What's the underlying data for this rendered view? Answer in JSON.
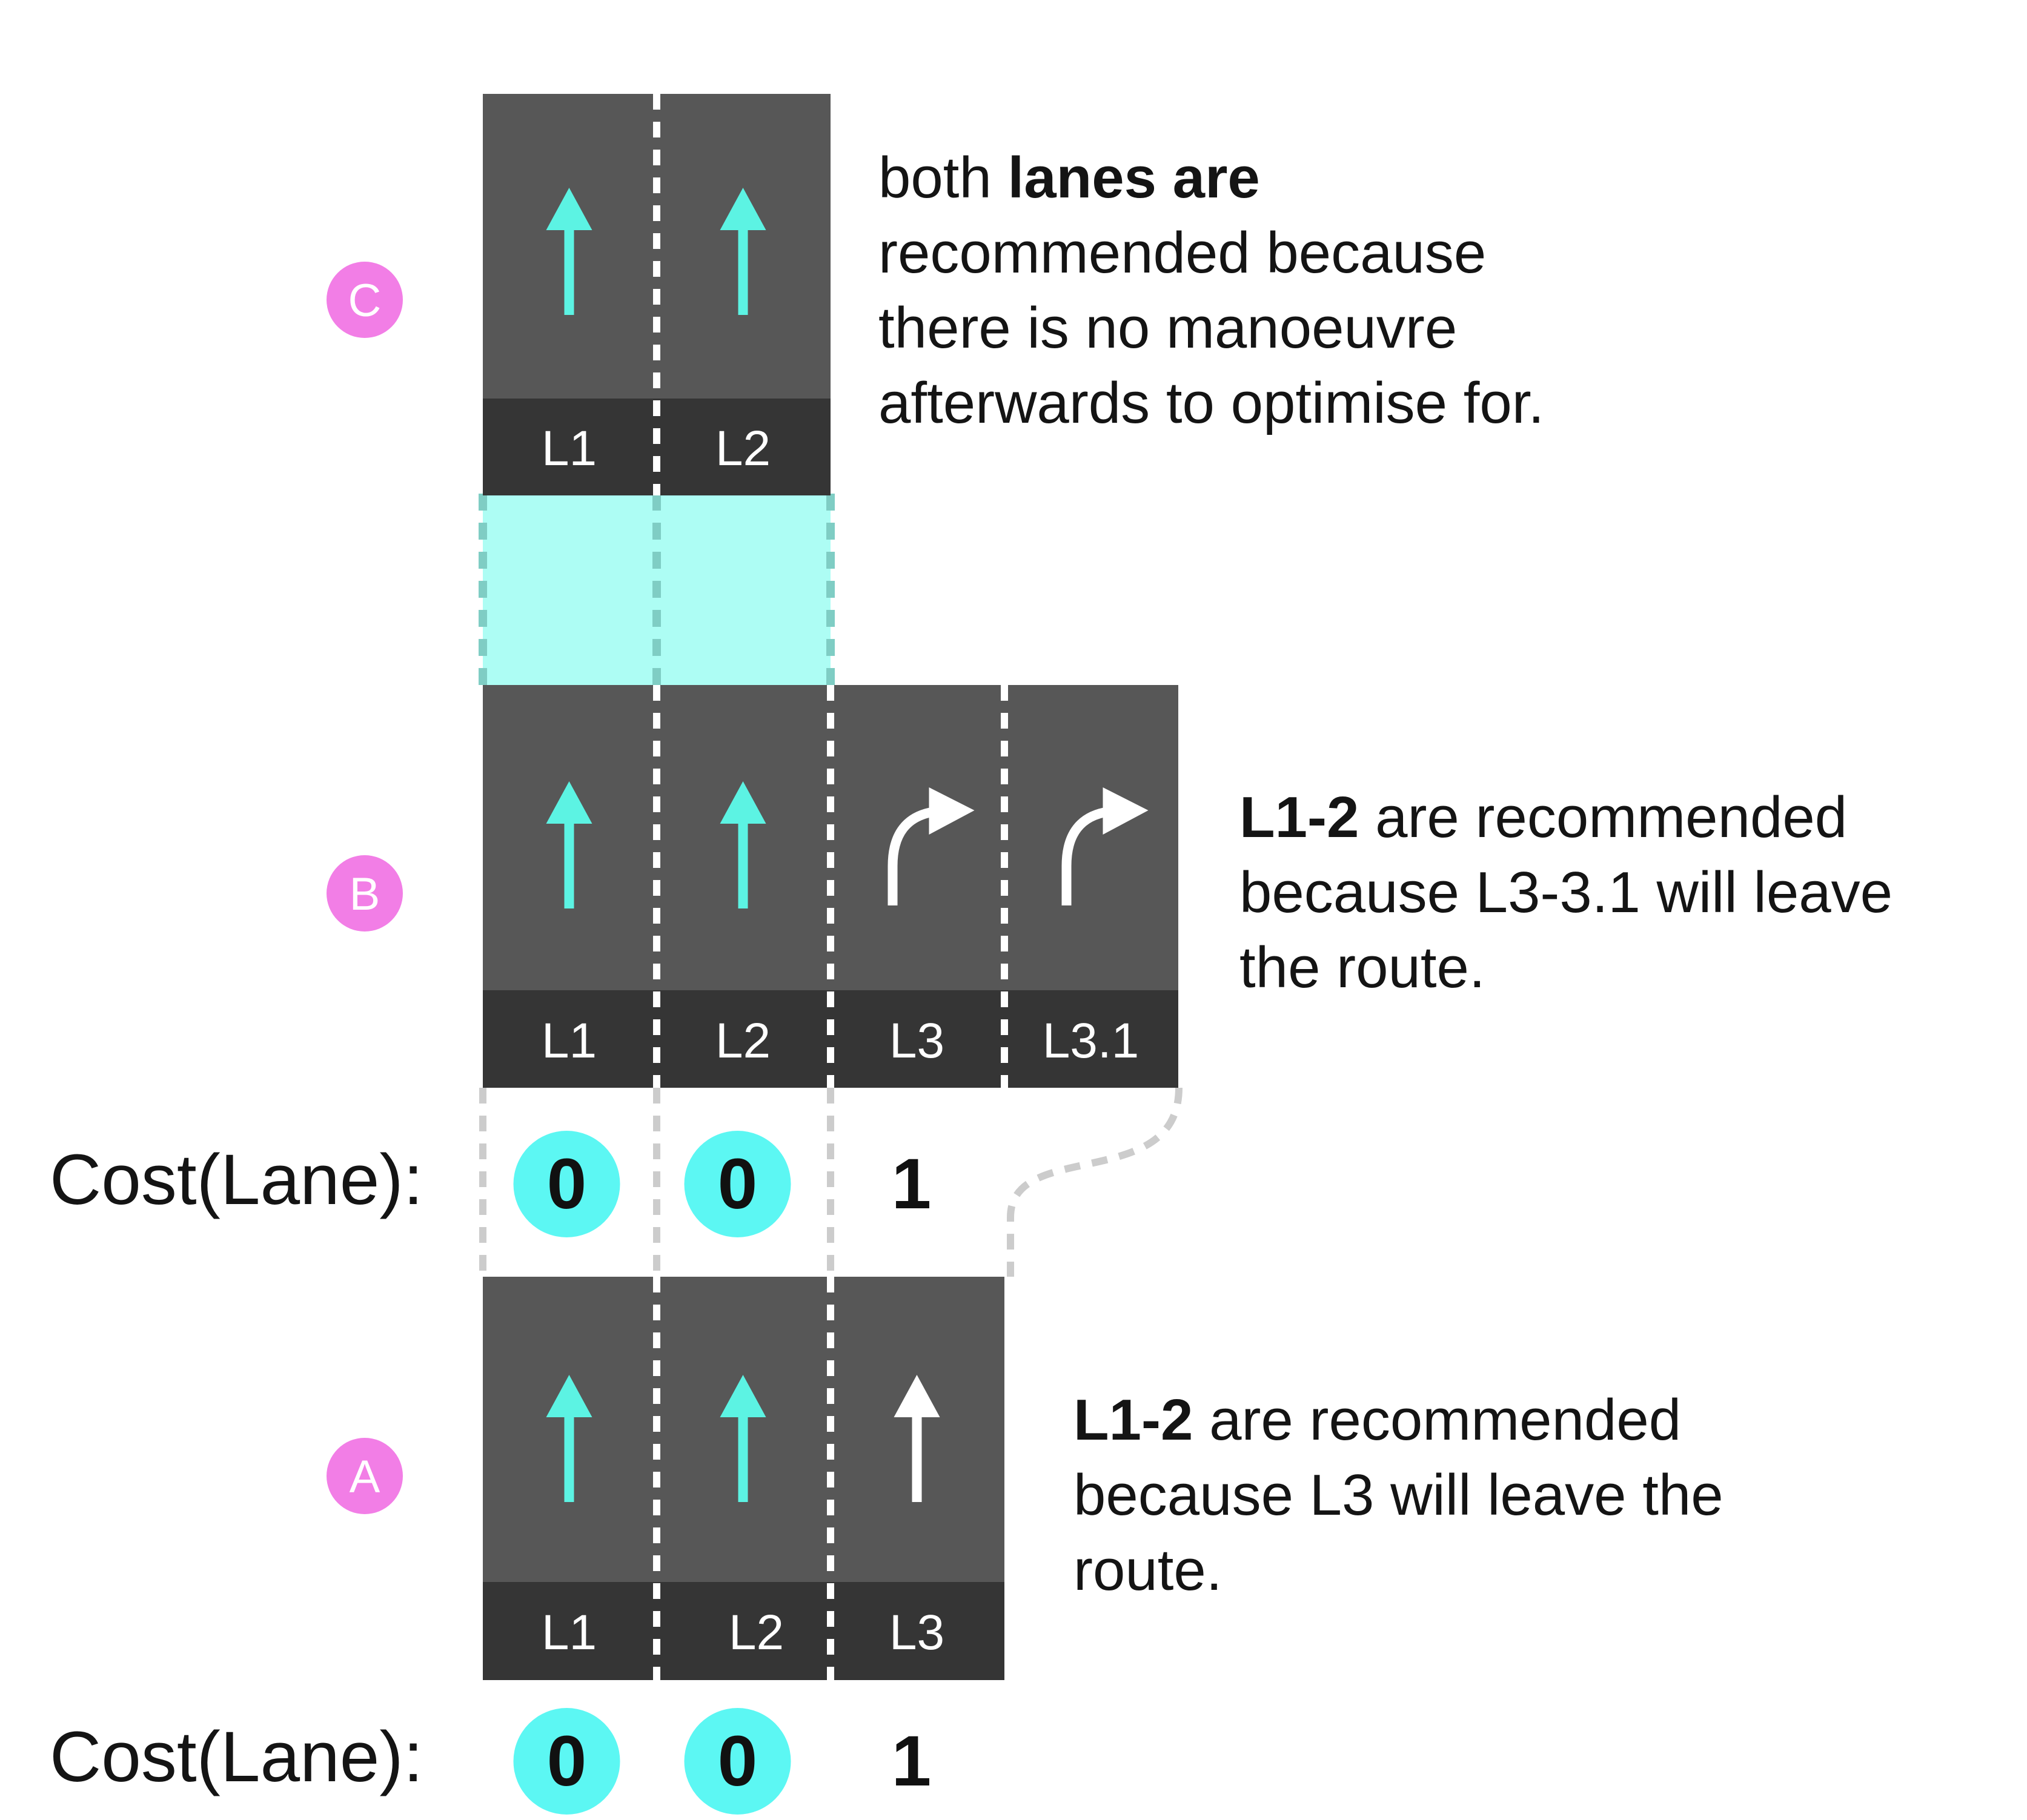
{
  "colors": {
    "lane_fill": "#575757",
    "label_band": "#353535",
    "recommended_arrow": "#5cf3e3",
    "other_arrow": "#ffffff",
    "highlight_fill": "#adfdf4",
    "highlight_dash": "#7fcdc4",
    "connector_dash": "#cccccc",
    "cost_circle": "#5cf7f3",
    "badge": "#f27ee6",
    "text": "#141414"
  },
  "sections": [
    {
      "badge": "C",
      "lanes": [
        {
          "label": "L1",
          "arrow": "straight",
          "recommended": true
        },
        {
          "label": "L2",
          "arrow": "straight",
          "recommended": true
        }
      ],
      "description": [
        {
          "text": "both ",
          "bold": false
        },
        {
          "text": "lanes are",
          "bold": true
        },
        {
          "text": "\nrecommended because\nthere is no manoeuvre\nafterwards to optimise for.",
          "bold": false
        }
      ]
    },
    {
      "badge": "B",
      "lanes": [
        {
          "label": "L1",
          "arrow": "straight",
          "recommended": true
        },
        {
          "label": "L2",
          "arrow": "straight",
          "recommended": true
        },
        {
          "label": "L3",
          "arrow": "right-curve",
          "recommended": false
        },
        {
          "label": "L3.1",
          "arrow": "right-curve",
          "recommended": false
        }
      ],
      "description": [
        {
          "text": "L1-2",
          "bold": true
        },
        {
          "text": " are recommended\nbecause L3-3.1 will leave\nthe route.",
          "bold": false
        }
      ],
      "cost": {
        "label": "Cost(Lane):",
        "values": [
          "0",
          "0",
          "1"
        ]
      }
    },
    {
      "badge": "A",
      "lanes": [
        {
          "label": "L1",
          "arrow": "straight",
          "recommended": true
        },
        {
          "label": "L2",
          "arrow": "straight",
          "recommended": true
        },
        {
          "label": "L3",
          "arrow": "straight",
          "recommended": false
        }
      ],
      "description": [
        {
          "text": "L1-2",
          "bold": true
        },
        {
          "text": " are recommended\nbecause L3 will leave the\nroute.",
          "bold": false
        }
      ],
      "cost": {
        "label": "Cost(Lane):",
        "values": [
          "0",
          "0",
          "1"
        ]
      }
    }
  ]
}
